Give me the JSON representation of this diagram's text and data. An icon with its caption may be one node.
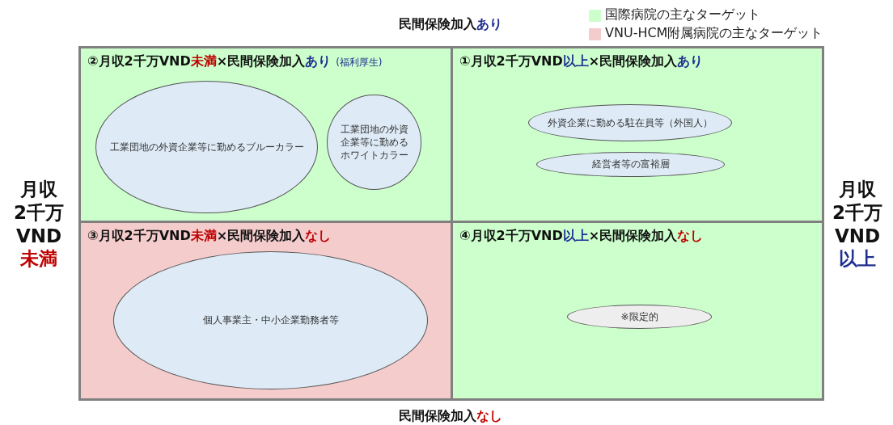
{
  "diagram": {
    "nodes": [
      {
        "text": [
          "②月収2千万VND**未満**×民間保険加入**あり**",
          "(福利厚生)"
        ]
      },
      {
        "text": [
          "工業団地の外資企業等に勤めるブルーカラー"
        ],
        "in": 0
      },
      {
        "text": [
          "工業団地の外資企業等に勤めるホワイトカラー"
        ],
        "in": 0
      },
      {
        "text": [
          "①月収2千万VND**以上**×民間保険加入**あり**"
        ]
      },
      {
        "text": [
          "外資企業に勤める駐在員等（外国人）"
        ],
        "in": 3
      },
      {
        "text": [
          "経営者等の富裕層"
        ],
        "in": 3
      },
      {
        "text": [
          "③月収2千万VND**未満**×民間保険加入**なし**"
        ]
      },
      {
        "text": [
          "個人事業主・中小企業勤務者等"
        ],
        "in": 6
      },
      {
        "text": [
          "④月収2千万VND**以上**×民間保険加入**なし**"
        ]
      },
      {
        "text": [
          "※限定的"
        ],
        "in": 8
      }
    ],
    "labels": [
      "民間保険加入**あり**",
      "月収2千万VND**未満**",
      "月収2千万VND**以上**",
      "民間保険加入**なし**"
    ],
    "legend": [
      {
        "text": "国際病院の主なターゲット",
        "color": "#ccffcc"
      },
      {
        "text": "VNU-HCM附属病院の主なターゲット",
        "color": "#f4cccc"
      }
    ]
  }
}
